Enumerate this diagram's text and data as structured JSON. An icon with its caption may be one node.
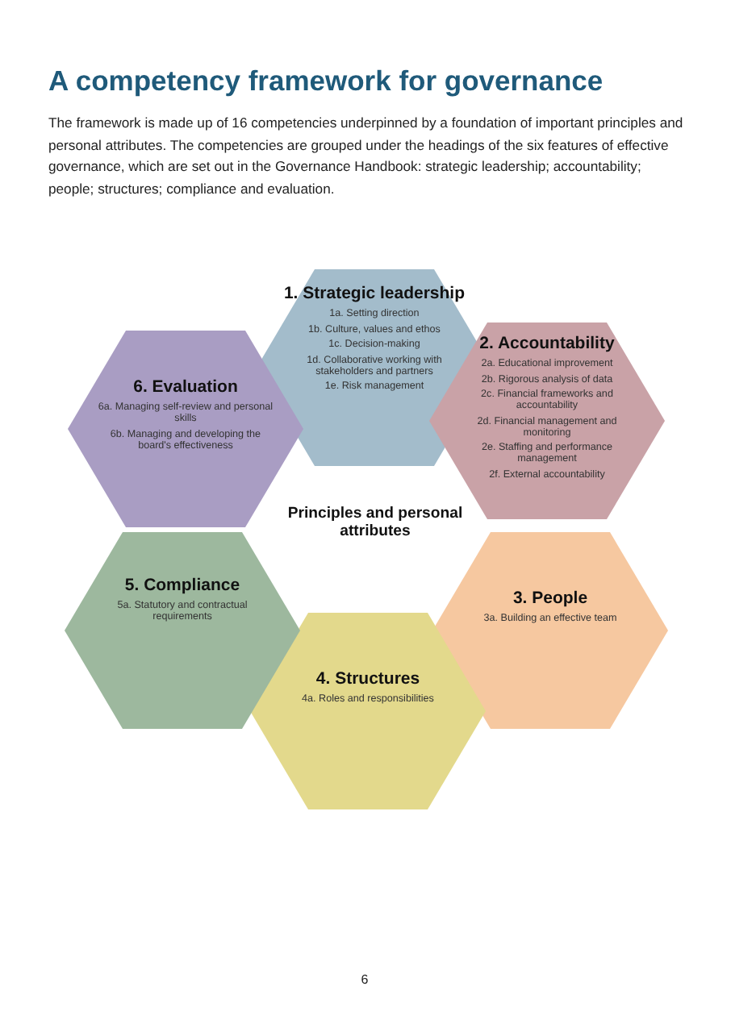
{
  "diagram": {
    "title": "A competency framework for governance",
    "nodes": [
      {
        "text": [
          "1. Strategic leadership",
          "1a. Setting direction",
          "1b. Culture, values and ethos",
          "1c. Decision-making",
          "1d. Collaborative working with stakeholders and partners",
          "1e. Risk management"
        ]
      },
      {
        "text": [
          "2. Accountability",
          "2a. Educational improvement",
          "2b. Rigorous analysis of data",
          "2c. Financial frameworks and accountability",
          "2d. Financial management and monitoring",
          "2e. Staffing and performance management",
          "2f. External accountability"
        ]
      },
      {
        "text": [
          "3. People",
          "3a. Building an effective team"
        ]
      },
      {
        "text": [
          "4. Structures",
          "4a. Roles and responsibilities"
        ]
      },
      {
        "text": [
          "5. Compliance",
          "5a. Statutory and contractual requirements"
        ]
      },
      {
        "text": [
          "6. Evaluation",
          "6a. Managing self-review and personal skills",
          "6b. Managing and developing the board's effectiveness"
        ]
      }
    ],
    "labels": [
      "The framework is made up of 16 competencies underpinned by a foundation of important principles and personal attributes. The competencies are grouped under the headings of the six features of effective governance, which are set out in the Governance Handbook: strategic leadership; accountability; people; structures; compliance and evaluation.",
      "Principles and personal attributes",
      "6"
    ]
  }
}
